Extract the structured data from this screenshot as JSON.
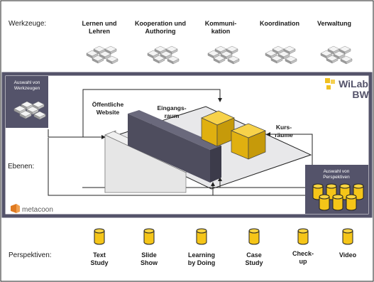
{
  "tools": {
    "label": "Werkzeuge:",
    "items": [
      {
        "line1": "Lernen und",
        "line2": "Lehren"
      },
      {
        "line1": "Kooperation und",
        "line2": "Authoring"
      },
      {
        "line1": "Kommuni-",
        "line2": "kation"
      },
      {
        "line1": "Koordination",
        "line2": ""
      },
      {
        "line1": "Verwaltung",
        "line2": ""
      }
    ]
  },
  "tool_select": {
    "line1": "Auswahl von",
    "line2": "Werkzeugen"
  },
  "layers": {
    "label": "Ebenen:",
    "public_site": {
      "line1": "Öffentliche",
      "line2": "Website"
    },
    "entrance": {
      "line1": "Eingangs-",
      "line2": "raum"
    },
    "courses": {
      "line1": "Kurs-",
      "line2": "räume"
    }
  },
  "logo_wilab": {
    "line1": "WiLab",
    "line2": "BW"
  },
  "logo_metacoon": "metacoon",
  "perspective_select": {
    "line1": "Auswahl von",
    "line2": "Perspektiven"
  },
  "perspectives": {
    "label": "Perspektiven:",
    "items": [
      {
        "line1": "Text",
        "line2": "Study"
      },
      {
        "line1": "Slide",
        "line2": "Show"
      },
      {
        "line1": "Learning",
        "line2": "by Doing"
      },
      {
        "line1": "Case",
        "line2": "Study"
      },
      {
        "line1": "Check-",
        "line2": "up"
      },
      {
        "line1": "Video",
        "line2": ""
      }
    ]
  },
  "colors": {
    "panel": "#54536a",
    "floor": "#e8e8ea",
    "wall_light": "#e6e6e6",
    "wall_dark": "#4e4d5e",
    "cube": "#f0c020",
    "cylinder": "#f5c518",
    "orange": "#e07a20"
  }
}
